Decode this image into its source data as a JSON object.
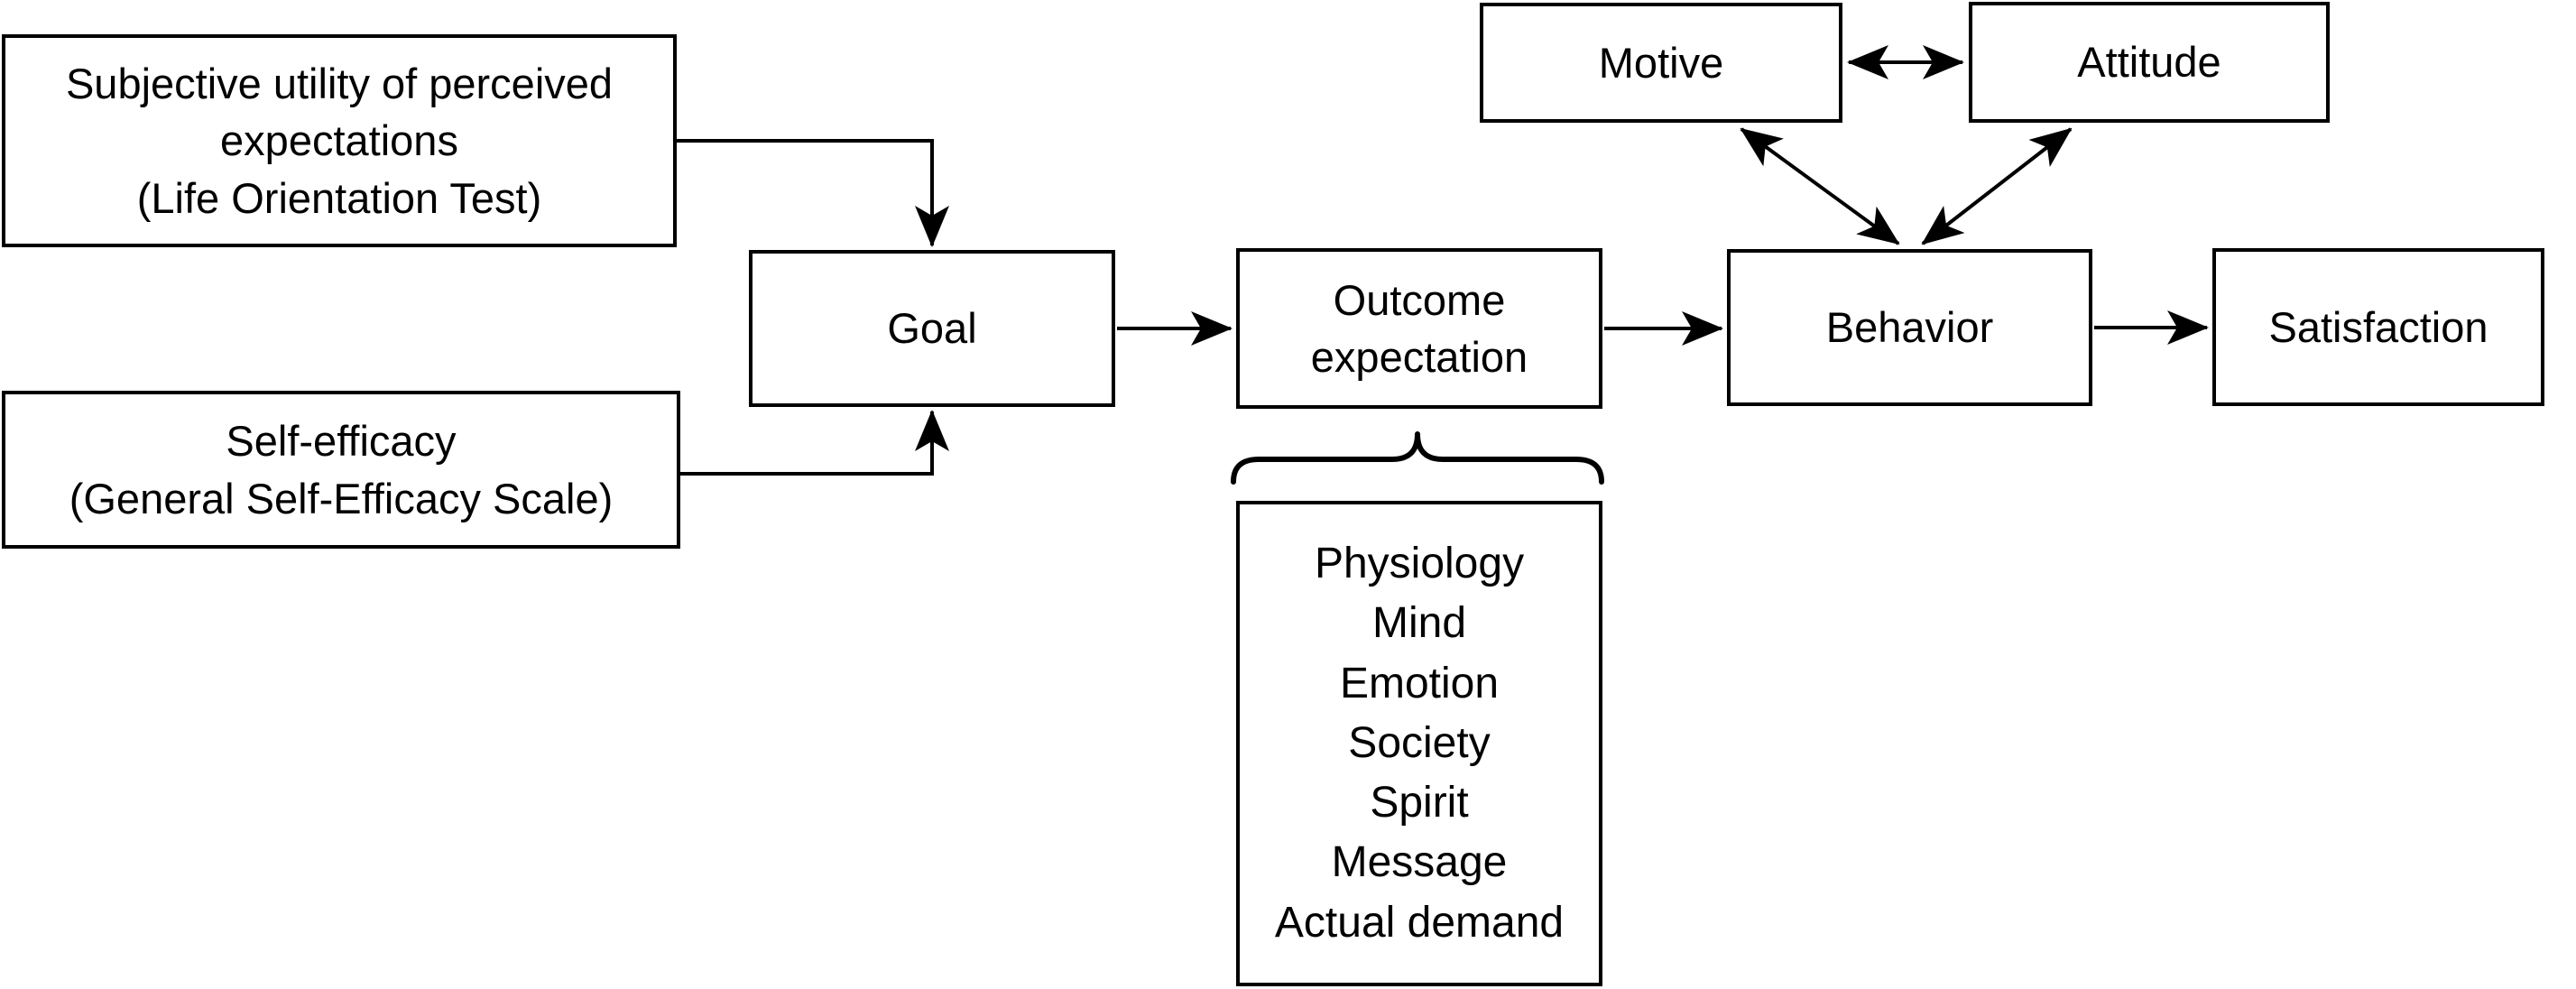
{
  "diagram": {
    "boxes": {
      "subjective_utility": {
        "label": "Subjective utility of perceived\nexpectations\n(Life Orientation Test)"
      },
      "self_efficacy": {
        "label": "Self-efficacy\n(General Self-Efficacy Scale)"
      },
      "goal": {
        "label": "Goal"
      },
      "outcome_expectation": {
        "label": "Outcome\nexpectation"
      },
      "motive": {
        "label": "Motive"
      },
      "attitude": {
        "label": "Attitude"
      },
      "behavior": {
        "label": "Behavior"
      },
      "satisfaction": {
        "label": "Satisfaction"
      },
      "outcome_components": {
        "items": [
          "Physiology",
          "Mind",
          "Emotion",
          "Society",
          "Spirit",
          "Message",
          "Actual demand"
        ]
      }
    },
    "colors": {
      "stroke": "#000000",
      "text": "#000000",
      "background": "#ffffff"
    }
  }
}
